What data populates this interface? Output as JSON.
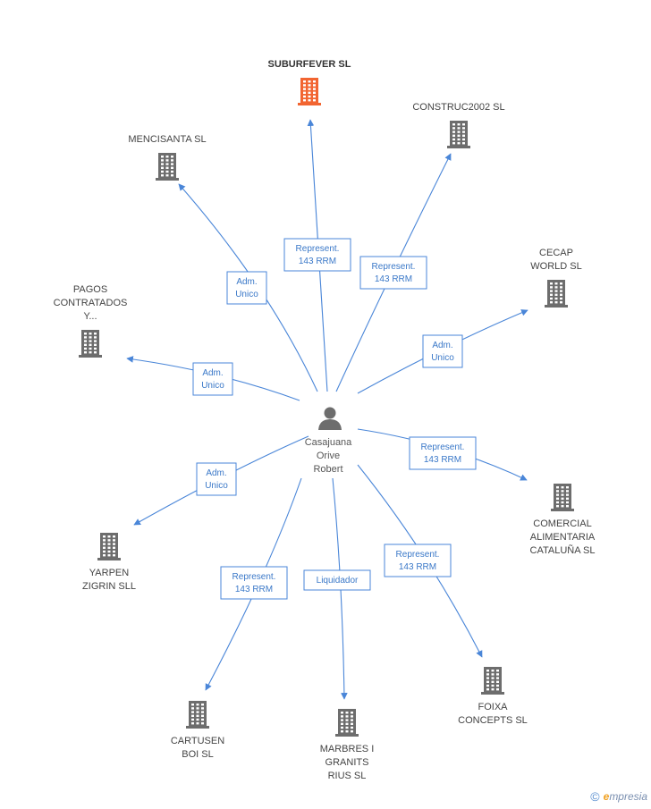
{
  "center": {
    "lines": [
      "Casajuana",
      "Orive",
      "Robert"
    ],
    "icon": "person-icon"
  },
  "nodes": [
    {
      "id": "suburfever",
      "lines": [
        "SUBURFEVER SL"
      ],
      "highlight": true,
      "icon": "building-icon",
      "color": "#f26531"
    },
    {
      "id": "construc2002",
      "lines": [
        "CONSTRUC2002 SL"
      ],
      "icon": "building-icon"
    },
    {
      "id": "mencisanta",
      "lines": [
        "MENCISANTA SL"
      ],
      "icon": "building-icon"
    },
    {
      "id": "cecap",
      "lines": [
        "CECAP",
        "WORLD SL"
      ],
      "icon": "building-icon"
    },
    {
      "id": "pagos",
      "lines": [
        "PAGOS",
        "CONTRATADOS",
        "Y..."
      ],
      "icon": "building-icon"
    },
    {
      "id": "comercial",
      "lines": [
        "COMERCIAL",
        "ALIMENTARIA",
        "CATALUÑA SL"
      ],
      "icon": "building-icon"
    },
    {
      "id": "yarpen",
      "lines": [
        "YARPEN",
        "ZIGRIN SLL"
      ],
      "icon": "building-icon"
    },
    {
      "id": "foixa",
      "lines": [
        "FOIXA",
        "CONCEPTS SL"
      ],
      "icon": "building-icon"
    },
    {
      "id": "cartusen",
      "lines": [
        "CARTUSEN",
        "BOI SL"
      ],
      "icon": "building-icon"
    },
    {
      "id": "marbres",
      "lines": [
        "MARBRES I",
        "GRANITS",
        "RIUS SL"
      ],
      "icon": "building-icon"
    }
  ],
  "edges": [
    {
      "to": "suburfever",
      "lines": [
        "Represent.",
        "143 RRM"
      ]
    },
    {
      "to": "construc2002",
      "lines": [
        "Represent.",
        "143 RRM"
      ]
    },
    {
      "to": "mencisanta",
      "lines": [
        "Adm.",
        "Unico"
      ]
    },
    {
      "to": "cecap",
      "lines": [
        "Adm.",
        "Unico"
      ]
    },
    {
      "to": "pagos",
      "lines": [
        "Adm.",
        "Unico"
      ]
    },
    {
      "to": "comercial",
      "lines": [
        "Represent.",
        "143 RRM"
      ]
    },
    {
      "to": "yarpen",
      "lines": [
        "Adm.",
        "Unico"
      ]
    },
    {
      "to": "foixa",
      "lines": [
        "Represent.",
        "143 RRM"
      ]
    },
    {
      "to": "cartusen",
      "lines": [
        "Represent.",
        "143 RRM"
      ]
    },
    {
      "to": "marbres",
      "lines": [
        "Liquidador"
      ]
    }
  ],
  "colors": {
    "edge": "#4a86d8",
    "building": "#6d6d6d",
    "focus_building": "#f26531",
    "person": "#6d6d6d"
  },
  "branding": {
    "copyright": "©",
    "name_initial": "e",
    "name_rest": "mpresia"
  }
}
